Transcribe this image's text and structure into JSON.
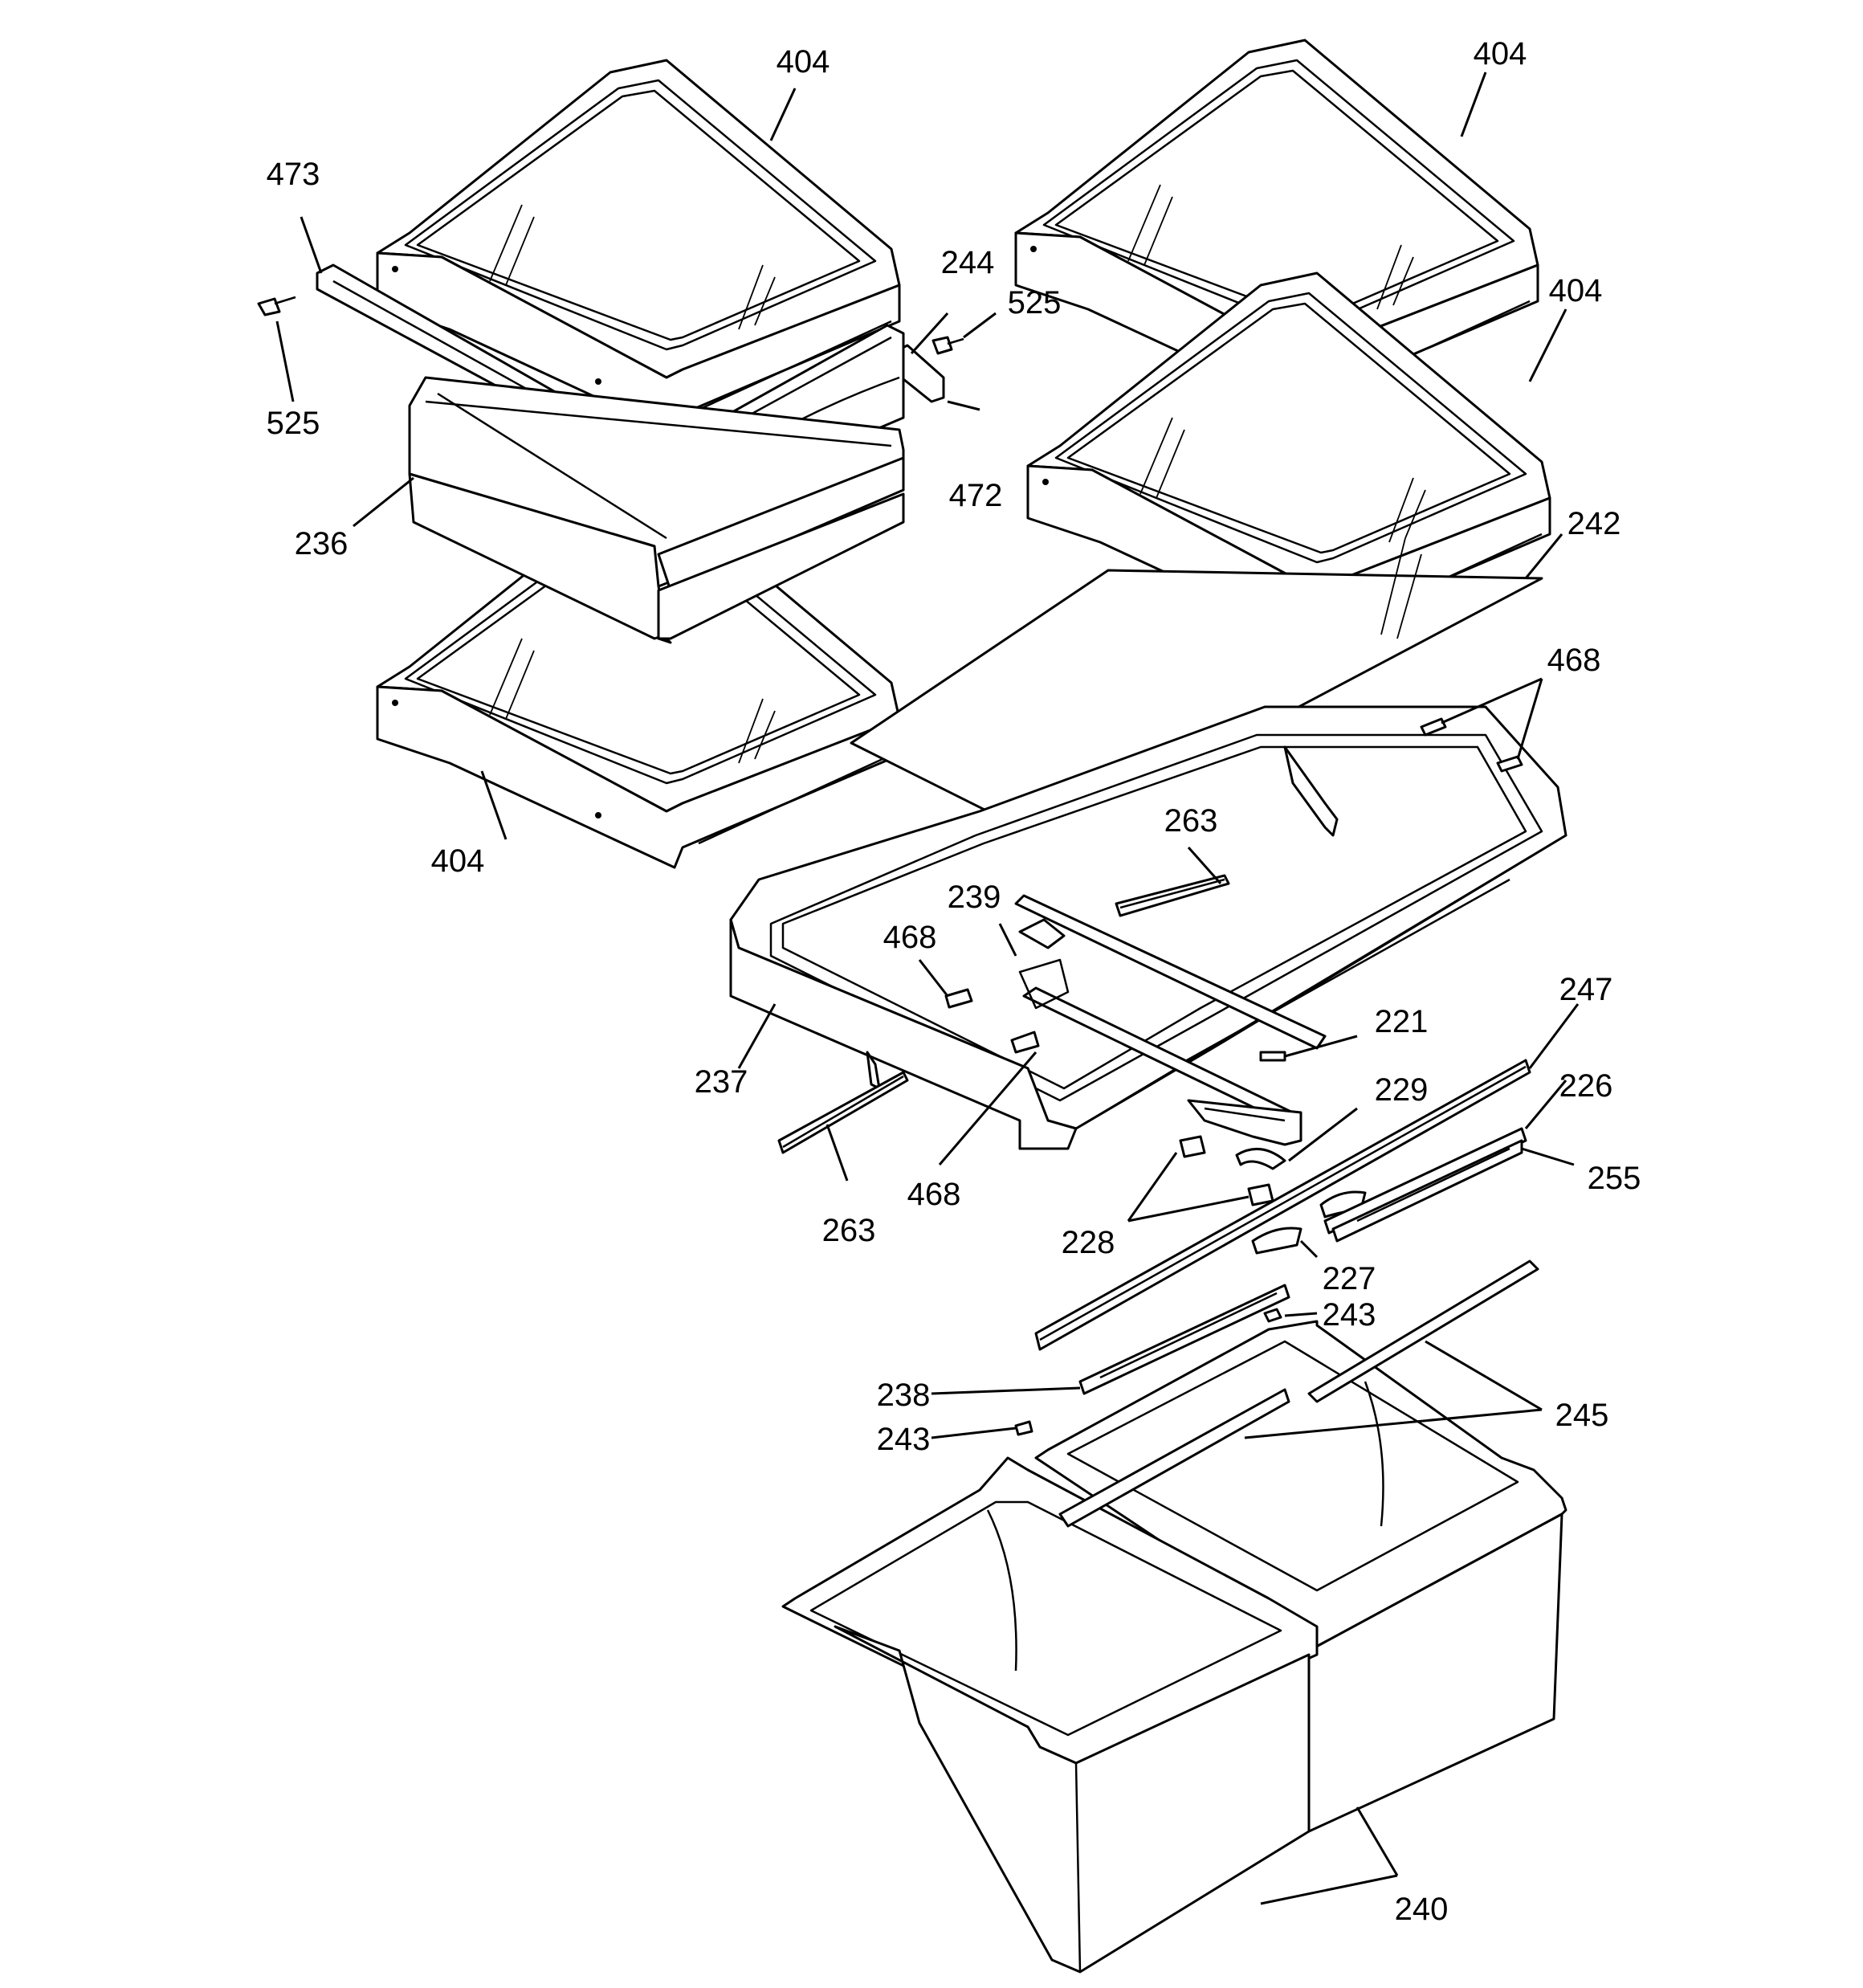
{
  "callouts": [
    {
      "id": "c-404-a",
      "text": "404"
    },
    {
      "id": "c-404-b",
      "text": "404"
    },
    {
      "id": "c-404-c",
      "text": "404"
    },
    {
      "id": "c-404-d",
      "text": "404"
    },
    {
      "id": "c-473",
      "text": "473"
    },
    {
      "id": "c-525-a",
      "text": "525"
    },
    {
      "id": "c-525-b",
      "text": "525"
    },
    {
      "id": "c-244",
      "text": "244"
    },
    {
      "id": "c-472",
      "text": "472"
    },
    {
      "id": "c-236",
      "text": "236"
    },
    {
      "id": "c-242",
      "text": "242"
    },
    {
      "id": "c-468-a",
      "text": "468"
    },
    {
      "id": "c-468-b",
      "text": "468"
    },
    {
      "id": "c-468-c",
      "text": "468"
    },
    {
      "id": "c-263-a",
      "text": "263"
    },
    {
      "id": "c-263-b",
      "text": "263"
    },
    {
      "id": "c-239",
      "text": "239"
    },
    {
      "id": "c-237",
      "text": "237"
    },
    {
      "id": "c-221",
      "text": "221"
    },
    {
      "id": "c-247",
      "text": "247"
    },
    {
      "id": "c-229",
      "text": "229"
    },
    {
      "id": "c-226",
      "text": "226"
    },
    {
      "id": "c-255",
      "text": "255"
    },
    {
      "id": "c-228",
      "text": "228"
    },
    {
      "id": "c-227",
      "text": "227"
    },
    {
      "id": "c-243-a",
      "text": "243"
    },
    {
      "id": "c-243-b",
      "text": "243"
    },
    {
      "id": "c-238",
      "text": "238"
    },
    {
      "id": "c-245",
      "text": "245"
    },
    {
      "id": "c-240",
      "text": "240"
    }
  ]
}
